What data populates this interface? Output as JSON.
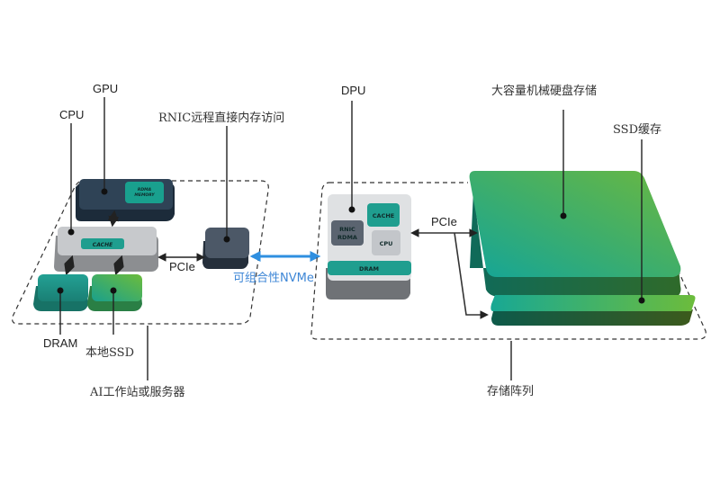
{
  "labels": {
    "gpu": "GPU",
    "cpu": "CPU",
    "rnic": "RNIC远程直接内存访问",
    "dram": "DRAM",
    "local_ssd": "本地SSD",
    "pcie_left": "PCIe",
    "workstation": "AI工作站或服务器",
    "nvme": "可组合性NVMe",
    "dpu": "DPU",
    "pcie_right": "PCIe",
    "hdd": "大容量机械硬盘存储",
    "ssd_cache": "SSD缓存",
    "storage_array": "存储阵列"
  },
  "chips": {
    "rdma_memory_line1": "RDMA",
    "rdma_memory_line2": "MEMORY",
    "cpu_cache": "CACHE",
    "dpu_cache": "CACHE",
    "dpu_rnic_line1": "RNIC",
    "dpu_rnic_line2": "RDMA",
    "dpu_cpu": "CPU",
    "dpu_dram": "DRAM"
  },
  "colors": {
    "nvme_arrow": "#2f8fe0",
    "teal": "#1f9e8f",
    "navy": "#2c3e50",
    "green": "#6ab53f"
  }
}
